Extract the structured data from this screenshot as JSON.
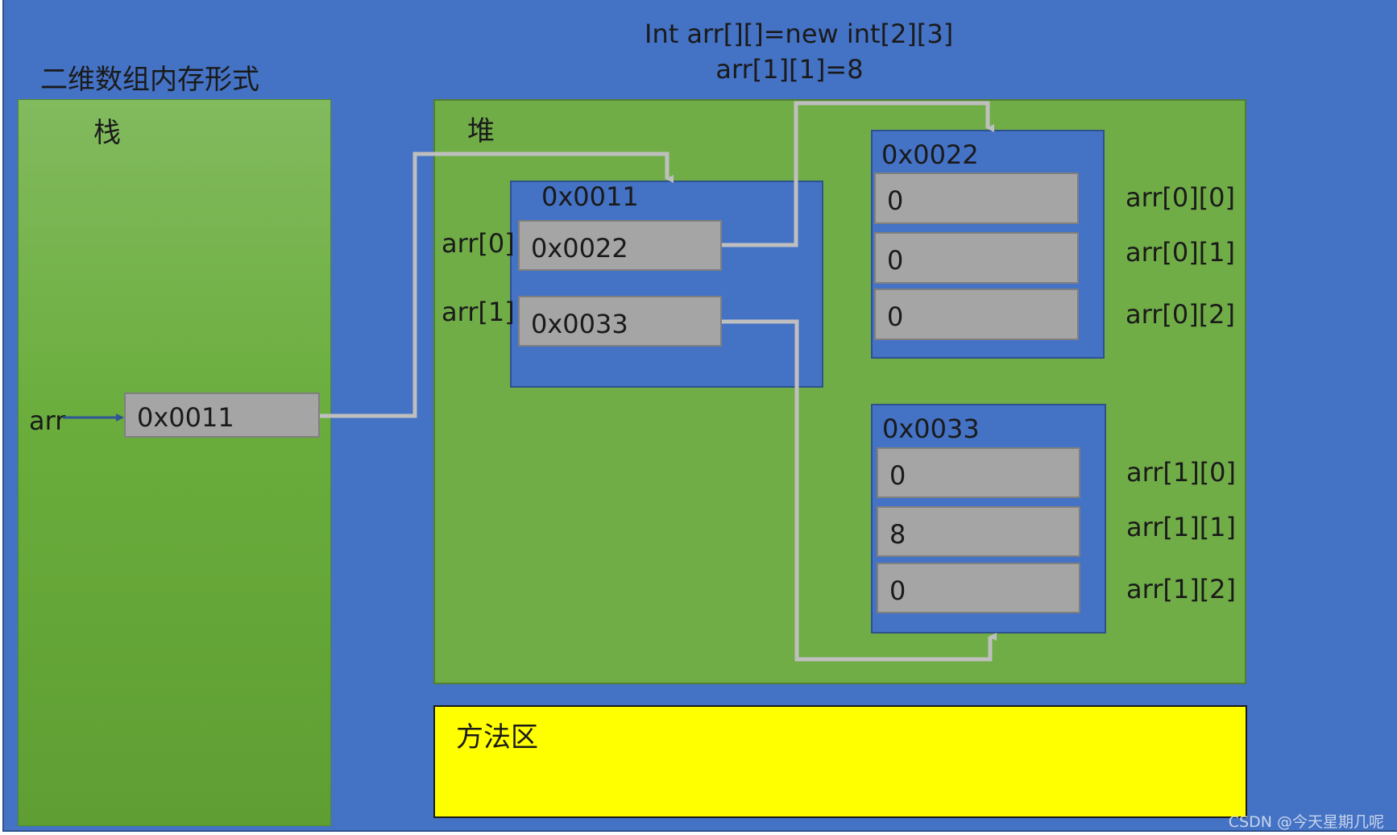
{
  "header": {
    "code_line_1": "Int arr[][]=new int[2][3]",
    "code_line_2": "arr[1][1]=8",
    "section_title": "二维数组内存形式"
  },
  "stack": {
    "label": "栈",
    "var_name": "arr",
    "var_value": "0x0011"
  },
  "heap": {
    "label": "堆",
    "outer_array": {
      "address": "0x0011",
      "rows": [
        {
          "label": "arr[0]",
          "value": "0x0022"
        },
        {
          "label": "arr[1]",
          "value": "0x0033"
        }
      ]
    },
    "row_array_0": {
      "address": "0x0022",
      "cells": [
        "0",
        "0",
        "0"
      ],
      "labels": [
        "arr[0][0]",
        "arr[0][1]",
        "arr[0][2]"
      ]
    },
    "row_array_1": {
      "address": "0x0033",
      "cells": [
        "0",
        "8",
        "0"
      ],
      "labels": [
        "arr[1][0]",
        "arr[1][1]",
        "arr[1][2]"
      ]
    }
  },
  "method_area": {
    "label": "方法区"
  },
  "watermark": "CSDN @今天星期几呢",
  "colors": {
    "background": "#4472c4",
    "region_green": "#70ad47",
    "memory_block": "#4472c4",
    "cell_gray": "#a5a5a5",
    "method_area_yellow": "#ffff00",
    "wire_gray": "#bfbfbf"
  }
}
